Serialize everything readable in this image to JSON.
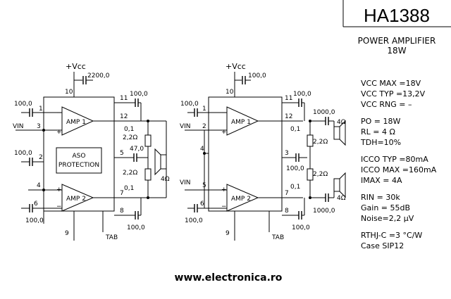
{
  "header": {
    "part_number": "HA1388",
    "subtitle_line1": "POWER AMPLIFIER",
    "subtitle_line2": "18W"
  },
  "left_circuit": {
    "vcc": "+Vcc",
    "c_supply": "2200,0",
    "pin_labels": [
      "10",
      "1",
      "3",
      "2",
      "4",
      "6",
      "11",
      "12",
      "5",
      "7",
      "8",
      "9"
    ],
    "amp1": "AMP 1",
    "amp2": "AMP 2",
    "aso_line1": "ASO",
    "aso_line2": "PROTECTION",
    "vin": "VIN",
    "tab": "TAB",
    "caps": {
      "c_in1": "100,0",
      "c_in2": "100,0",
      "c_pin6": "100,0",
      "c_pin11": "100,0",
      "c_pin8": "100,0",
      "c_mid": "47,0",
      "c_01a": "0,1",
      "c_01b": "0,1"
    },
    "res": {
      "r1": "2,2Ω",
      "r2": "2,2Ω"
    },
    "load": "4Ω"
  },
  "right_circuit": {
    "vcc": "+Vcc",
    "c_supply": "100,0",
    "pin_labels": [
      "10",
      "1",
      "2",
      "4",
      "5",
      "6",
      "11",
      "12",
      "3",
      "7",
      "8",
      "9"
    ],
    "amp1": "AMP 1",
    "amp2": "AMP 2",
    "vin1": "VIN",
    "vin2": "VIN",
    "tab": "TAB",
    "caps": {
      "c_in1": "100,0",
      "c_in6": "100,0",
      "c_pin11": "100,0",
      "c_pin3": "100,0",
      "c_pin8": "100,0",
      "c_out1": "1000,0",
      "c_out2": "1000,0",
      "c_01a": "0,1",
      "c_01b": "0,1"
    },
    "res": {
      "r1": "2,2Ω",
      "r2": "2,2Ω"
    },
    "load1": "4Ω",
    "load2": "4Ω"
  },
  "specs": {
    "vcc_max": "VCC MAX =18V",
    "vcc_typ": "VCC TYP =13,2V",
    "vcc_rng": "VCC RNG = –",
    "po": "PO = 18W",
    "rl": "RL = 4 Ω",
    "tdh": "TDH=10%",
    "icco_typ": "ICCO TYP =80mA",
    "icco_max": "ICCO MAX =160mA",
    "imax": "IMAX = 4A",
    "rin": "RIN = 30k",
    "gain": "Gain = 55dB",
    "noise": "Noise=2,2 µV",
    "rthj": "RTHJ-C =3 °C/W",
    "case": "Case SIP12"
  },
  "footer": {
    "website": "www.electronica.ro"
  }
}
